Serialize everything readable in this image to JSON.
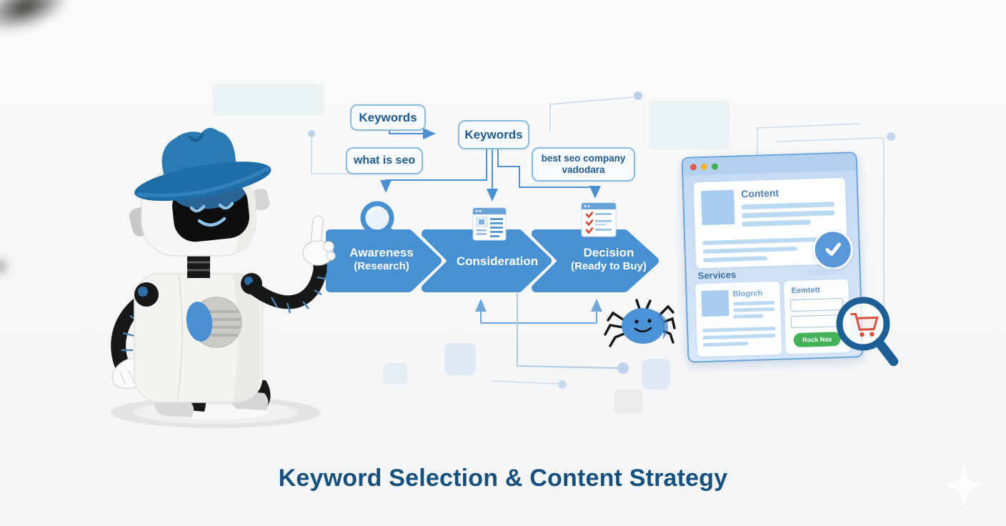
{
  "page": {
    "title_caption": "Keyword Selection & Content Strategy"
  },
  "keywords": {
    "box1": "Keywords",
    "box2": "Keywords",
    "box3": "what is seo",
    "box4": "best seo company vadodara"
  },
  "funnel": {
    "stages": [
      {
        "label": "Awareness",
        "sublabel": "(Research)",
        "icon": "magnifier-icon"
      },
      {
        "label": "Consideration",
        "sublabel": "",
        "icon": "webpage-icon"
      },
      {
        "label": "Decision",
        "sublabel": "(Ready to Buy)",
        "icon": "checklist-icon"
      }
    ]
  },
  "browser": {
    "window_controls": [
      "red",
      "yellow",
      "green"
    ],
    "content_heading": "Content",
    "services_label": "Services",
    "blog_heading": "Blogrch",
    "form_heading": "Eemtett",
    "form_button": "Rock Nas",
    "icons": [
      "checkmark-badge-icon",
      "magnifier-cart-icon"
    ]
  },
  "mascot": {
    "icon": "robot-with-fedora-mascot"
  },
  "spider": {
    "icon": "crawler-spider-icon"
  },
  "colors": {
    "funnel_blue": "#4791d3",
    "keyword_text": "#1d5a8c",
    "title_blue": "#17507e",
    "button_green": "#44b259",
    "check_red": "#d6452f",
    "traffic_red": "#e2574c",
    "traffic_yellow": "#f0b42c",
    "traffic_green": "#43ad52"
  }
}
